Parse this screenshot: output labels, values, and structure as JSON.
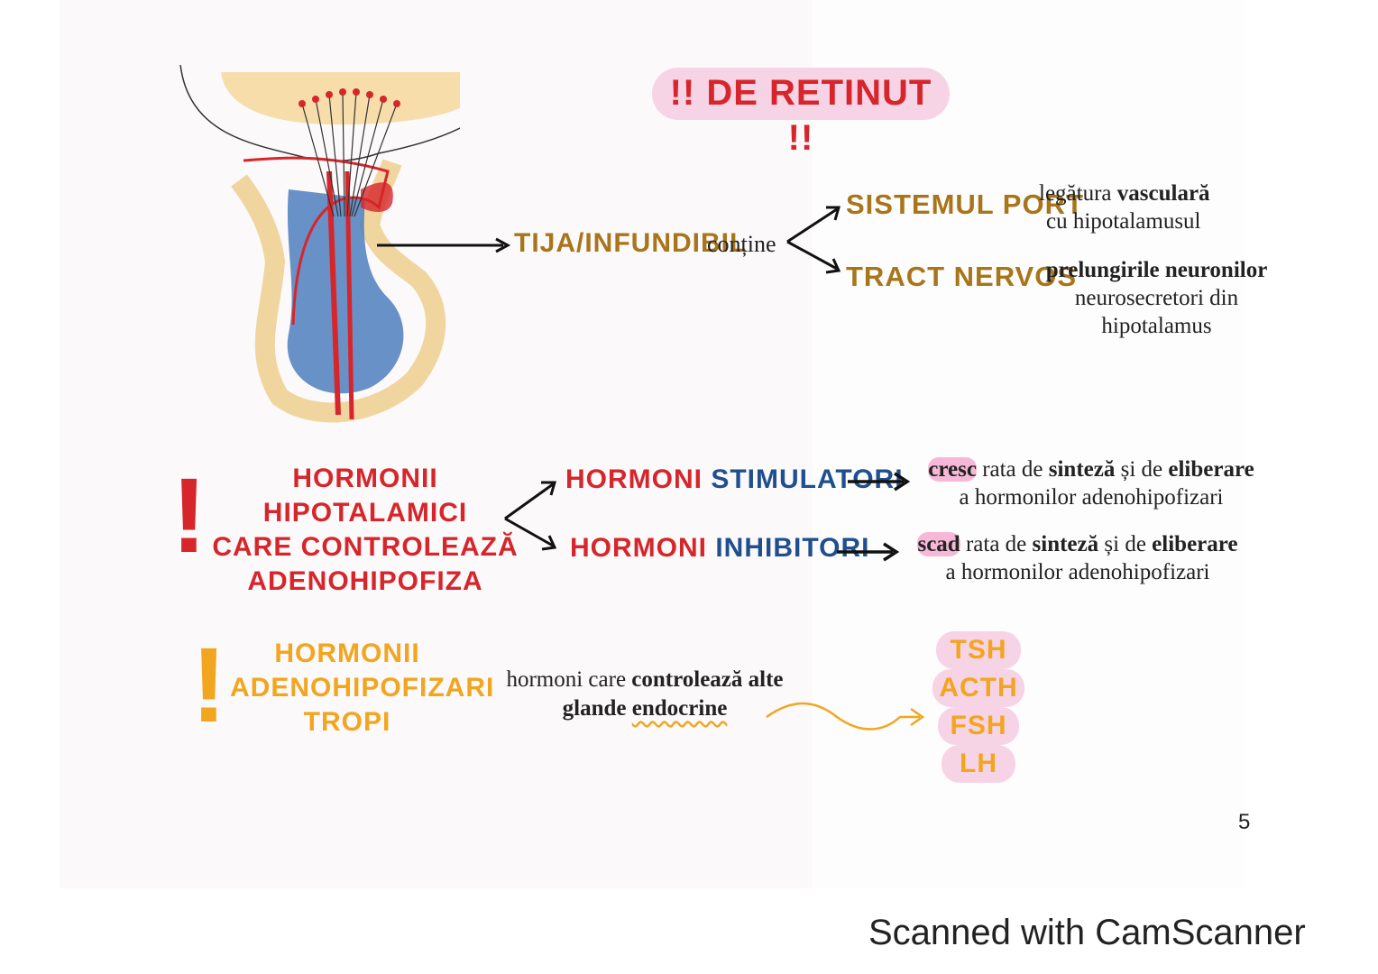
{
  "title": "!! DE RETINUT !!",
  "diagram": {
    "stalk_label": "TIJA/INFUNDIBIL",
    "stalk_contains": "conține",
    "branch1_label": "SISTEMUL PORT",
    "branch1_desc_1a": "legătura ",
    "branch1_desc_1b": "vasculară",
    "branch1_desc_2": "cu hipotalamusul",
    "branch2_label": "TRACT NERVOS",
    "branch2_desc_1": "prelungirile neuronilor",
    "branch2_desc_2": "neurosecretori din",
    "branch2_desc_3": "hipotalamus"
  },
  "section2": {
    "mark": "!",
    "heading_1": "HORMONII HIPOTALAMICI",
    "heading_2": "CARE CONTROLEAZĂ",
    "heading_3": "ADENOHIPOFIZA",
    "stim_a": "HORMONI ",
    "stim_b": "STIMULATORI",
    "inhib_a": "HORMONI ",
    "inhib_b": "INHIBITORI",
    "stim_desc_verb": "cresc",
    "inhib_desc_verb": "scad",
    "desc_1": " rata de ",
    "desc_2": "sinteză",
    "desc_3": " și de ",
    "desc_4": "eliberare",
    "desc_line2": "a hormonilor adenohipofizari"
  },
  "section3": {
    "mark": "!",
    "heading_1": "HORMONII",
    "heading_2": "ADENOHIPOFIZARI",
    "heading_3": "TROPI",
    "desc_1a": "hormoni care ",
    "desc_1b": "controlează alte",
    "desc_2a": "glande ",
    "desc_2b": "endocrine",
    "hormones": [
      "TSH",
      "ACTH",
      "FSH",
      "LH"
    ]
  },
  "page_number": "5",
  "watermark": "Scanned with CamScanner",
  "colors": {
    "red": "#d6262b",
    "blue": "#1f4f8e",
    "gold": "#a8751b",
    "orange": "#f2a51f",
    "pink": "#f7d3e6"
  }
}
